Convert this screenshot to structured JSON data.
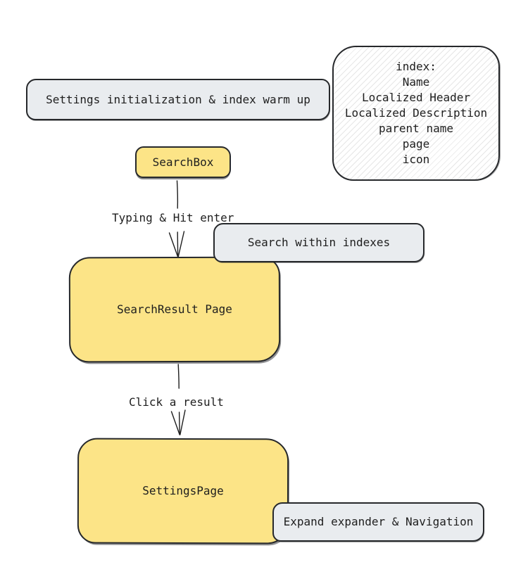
{
  "diagram": {
    "nodes": {
      "warmup": {
        "label": "Settings initialization & index warm up"
      },
      "index_card": {
        "lines": [
          "index:",
          "Name",
          "Localized Header",
          "Localized Description",
          "parent name",
          "page",
          "icon"
        ]
      },
      "searchbox": {
        "label": "SearchBox"
      },
      "search_within": {
        "label": "Search within indexes"
      },
      "searchresult": {
        "label": "SearchResult Page"
      },
      "settingspage": {
        "label": "SettingsPage"
      },
      "expand": {
        "label": "Expand expander & Navigation"
      }
    },
    "edges": {
      "typing": {
        "label": "Typing & Hit enter"
      },
      "click": {
        "label": "Click a result"
      }
    },
    "colors": {
      "node_yellow": "#fce487",
      "node_gray": "#e9ecef",
      "stroke": "#26282b",
      "text": "#1e1e1e",
      "hatch": "#e6e6e6"
    }
  }
}
